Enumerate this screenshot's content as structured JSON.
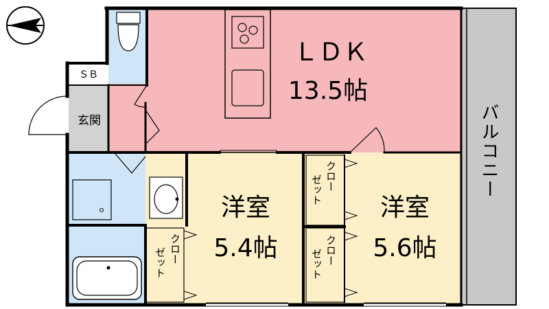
{
  "colors": {
    "ldk": "#f7b8bc",
    "western": "#fdf0c8",
    "wet": "#cfe6f8",
    "entry": "#d2d2d2",
    "balcony": "#c8c8c8",
    "wall": "#000000"
  },
  "compass": {
    "icon": "north-arrow-icon"
  },
  "rooms": {
    "ldk_name": "ＬＤＫ",
    "ldk_size": "13.5帖",
    "west1_name": "洋室",
    "west1_size": "5.4帖",
    "west2_name": "洋室",
    "west2_size": "5.6帖",
    "entrance": "玄関",
    "shoebox": "ＳＢ",
    "balcony": "バルコニー",
    "closet": "クローゼット"
  }
}
